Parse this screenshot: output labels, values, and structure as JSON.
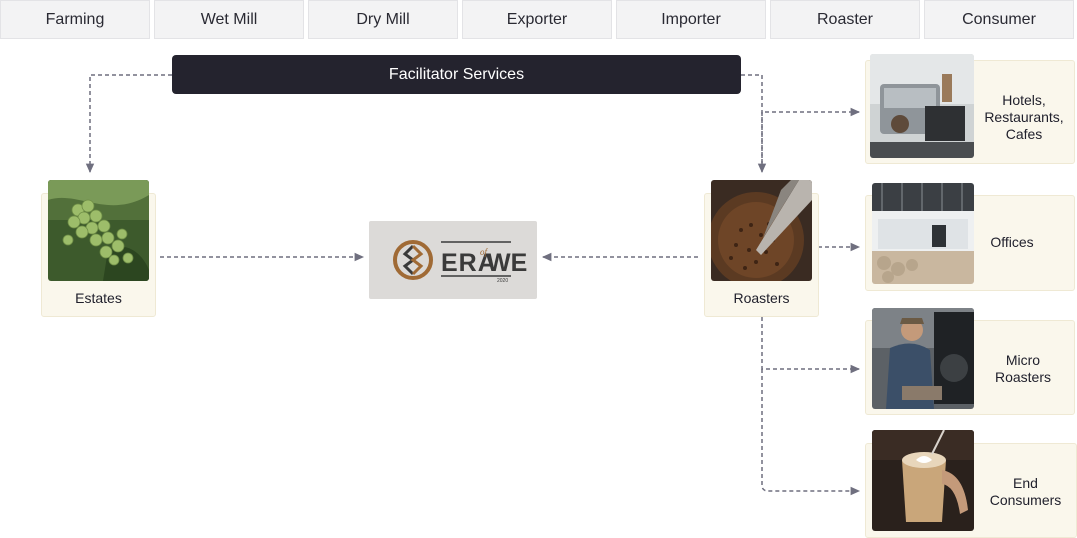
{
  "stages": [
    "Farming",
    "Wet Mill",
    "Dry Mill",
    "Exporter",
    "Importer",
    "Roaster",
    "Consumer"
  ],
  "facilitator": {
    "label": "Facilitator Services"
  },
  "nodes": {
    "estates": {
      "label": "Estates"
    },
    "roasters": {
      "label": "Roasters"
    },
    "center_logo": {
      "brand": "ERA",
      "connector": "of",
      "brand_end": "WE",
      "year": "2020"
    }
  },
  "consumers": [
    {
      "label_lines": [
        "Hotels,",
        "Restaurants,",
        "Cafes"
      ]
    },
    {
      "label_lines": [
        "Offices"
      ]
    },
    {
      "label_lines": [
        "Micro",
        "Roasters"
      ]
    },
    {
      "label_lines": [
        "End",
        "Consumers"
      ]
    }
  ],
  "colors": {
    "connector": "#6f6f7f",
    "card_bg": "#faf7ec",
    "facilitator_bg": "#24232e",
    "logo_brown": "#a06a35",
    "logo_dark": "#3a3a3a"
  }
}
